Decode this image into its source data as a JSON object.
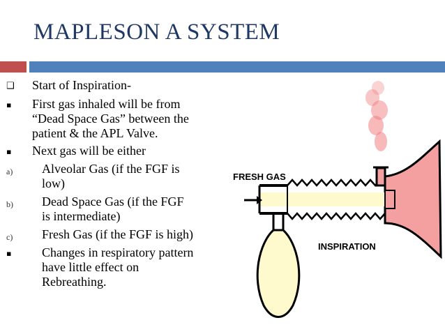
{
  "slide": {
    "title": "MAPLESON A SYSTEM",
    "bullets": [
      {
        "marker": "❑",
        "text": "Start of Inspiration-"
      },
      {
        "marker": "▪",
        "text": "First gas inhaled will be from\n“Dead Space Gas” between the\npatient & the APL Valve."
      },
      {
        "marker": "▪",
        "text": "Next gas will be either"
      },
      {
        "marker": "a)",
        "text": "Alveolar Gas (if the FGF is\nlow)"
      },
      {
        "marker": "b)",
        "text": "Dead Space Gas (if the FGF\nis intermediate)"
      },
      {
        "marker": "c)",
        "text": "Fresh Gas (if the FGF is high)"
      },
      {
        "marker": "▪",
        "text": "Changes in respiratory pattern\nhave little effect on\nRebreathing."
      }
    ]
  },
  "diagram": {
    "fresh_gas_label": "FRESH GAS",
    "inspiration_label": "INSPIRATION",
    "colors": {
      "tube_fill": "#fffacd",
      "reservoir_bag": "#fffacd",
      "patient_mask": "#f4a0a0",
      "expired_gas_puffs": "#f08080",
      "apl_valve": "#f4a0a0"
    }
  },
  "colors": {
    "title": "#1f3864",
    "accent_red": "#c0504d",
    "accent_blue": "#4f81bd"
  }
}
